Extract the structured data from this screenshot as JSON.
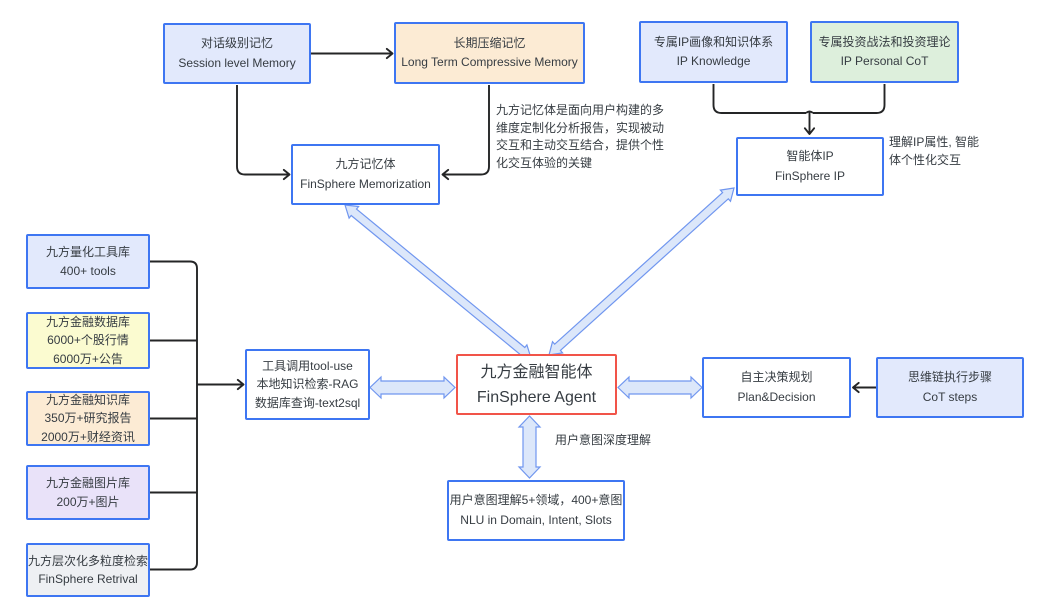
{
  "diagram": {
    "background": "#ffffff",
    "colors": {
      "node_border_blue": "#3e76f2",
      "node_border_red": "#f15449",
      "node_fill_light_blue": "#e2e9fc",
      "node_fill_peach": "#fcebd4",
      "node_fill_green": "#ddefdc",
      "node_fill_yellow": "#fbfbd0",
      "node_fill_purple": "#e9e2f9",
      "node_fill_gray": "#eef0f3",
      "connector_black": "#2a2b2c",
      "block_arrow_fill": "#dce7fa",
      "block_arrow_stroke": "#7096ef",
      "text": "#363c42"
    },
    "nodes": {
      "session_memory": {
        "text": "对话级别记忆\nSession level Memory"
      },
      "long_term_memory": {
        "text": "长期压缩记忆\nLong Term Compressive Memory"
      },
      "ip_knowledge": {
        "text": "专属IP画像和知识体系\nIP Knowledge"
      },
      "ip_personal_cot": {
        "text": "专属投资战法和投资理论\nIP Personal CoT"
      },
      "memorization": {
        "text": "九方记忆体\nFinSphere Memorization"
      },
      "finsphere_ip": {
        "text": "智能体IP\nFinSphere IP"
      },
      "quant_tools": {
        "text": "九方量化工具库\n400+ tools"
      },
      "finance_database": {
        "text": "九方金融数据库\n6000+个股行情\n6000万+公告"
      },
      "knowledge_base": {
        "text": "九方金融知识库\n350万+研究报告\n2000万+财经资讯"
      },
      "picture_library": {
        "text": "九方金融图片库\n200万+图片"
      },
      "retrieval": {
        "text": "九方层次化多粒度检索\nFinSphere Retrival"
      },
      "tool_use": {
        "text": "工具调用tool-use\n本地知识检索-RAG\n数据库查询-text2sql"
      },
      "agent": {
        "text": "九方金融智能体\nFinSphere Agent"
      },
      "plan_decision": {
        "text": "自主决策规划\nPlan&Decision"
      },
      "cot_steps": {
        "text": "思维链执行步骤\nCoT steps"
      },
      "nlu_intent": {
        "text": "用户意图理解5+领域，400+意图\nNLU in Domain, Intent, Slots"
      }
    },
    "annotations": {
      "memorization_note": {
        "text": "九方记忆体是面向用户构建的多\n维度定制化分析报告，实现被动\n交互和主动交互结合，提供个性\n化交互体验的关键"
      },
      "ip_note": {
        "text": "理解IP属性, 智能\n体个性化交互"
      },
      "intent_note": {
        "text": "用户意图深度理解"
      }
    }
  }
}
